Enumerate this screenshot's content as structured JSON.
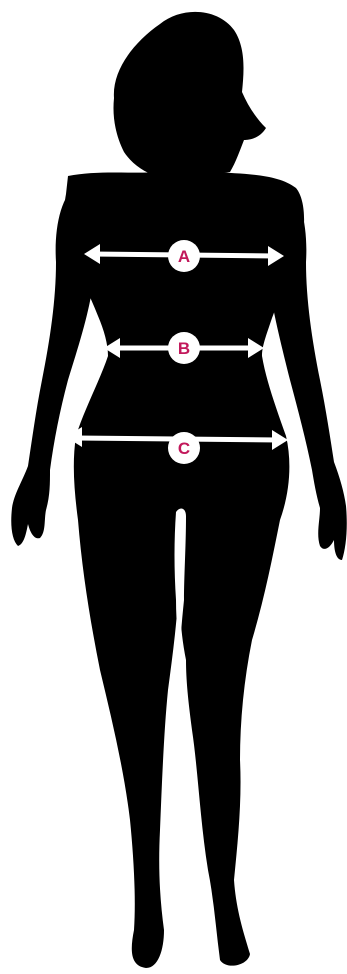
{
  "colors": {
    "background": "#ffffff",
    "silhouette": "#000000",
    "arrow": "#ffffff",
    "marker_fill": "#ffffff",
    "marker_text": "#c2185b"
  },
  "silhouette": {
    "icon": "female-body-silhouette-icon"
  },
  "measurements": [
    {
      "id": "bust",
      "label": "A",
      "icon": "double-arrow-icon"
    },
    {
      "id": "waist",
      "label": "B",
      "icon": "double-arrow-icon"
    },
    {
      "id": "hips",
      "label": "C",
      "icon": "double-arrow-icon"
    }
  ]
}
